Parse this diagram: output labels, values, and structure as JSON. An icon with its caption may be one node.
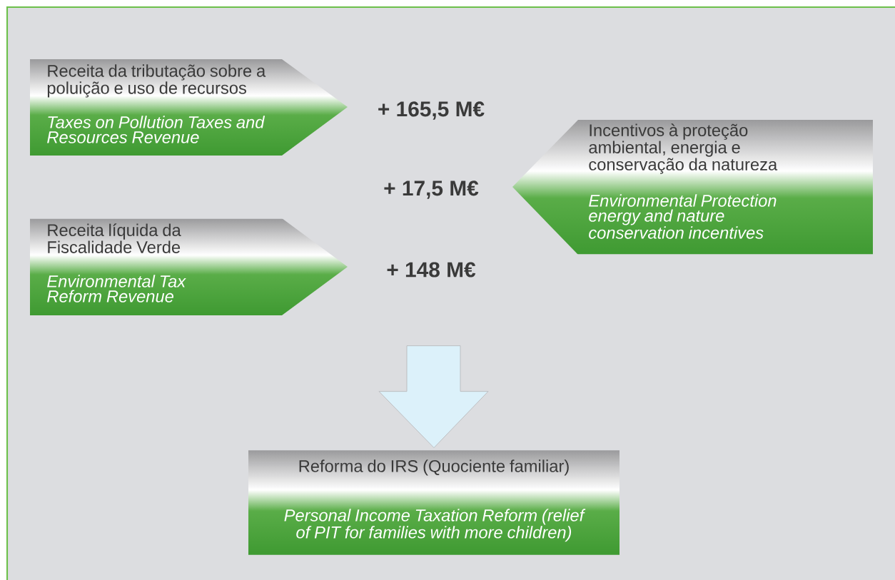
{
  "diagram": {
    "nodes": [
      {
        "text": [
          "Receita da tributação sobre a poluição e uso de recursos",
          "Taxes on Pollution Taxes and Resources Revenue"
        ]
      },
      {
        "text": [
          "Receita líquida da Fiscalidade Verde",
          "Environmental Tax Reform Revenue"
        ]
      },
      {
        "text": [
          "Incentivos à proteção ambiental, energia e conservação da natureza",
          "Environmental Protection energy and nature conservation incentives"
        ]
      },
      {
        "text": [
          "Reforma do IRS (Quociente familiar)",
          "Personal Income Taxation Reform (relief of PIT for families with more children)"
        ]
      }
    ],
    "edges": [
      {
        "from": null,
        "to": 3,
        "arrow": "to"
      }
    ],
    "labels": [
      "+ 165,5 M€",
      "+ 17,5 M€",
      "+ 148 M€"
    ]
  }
}
